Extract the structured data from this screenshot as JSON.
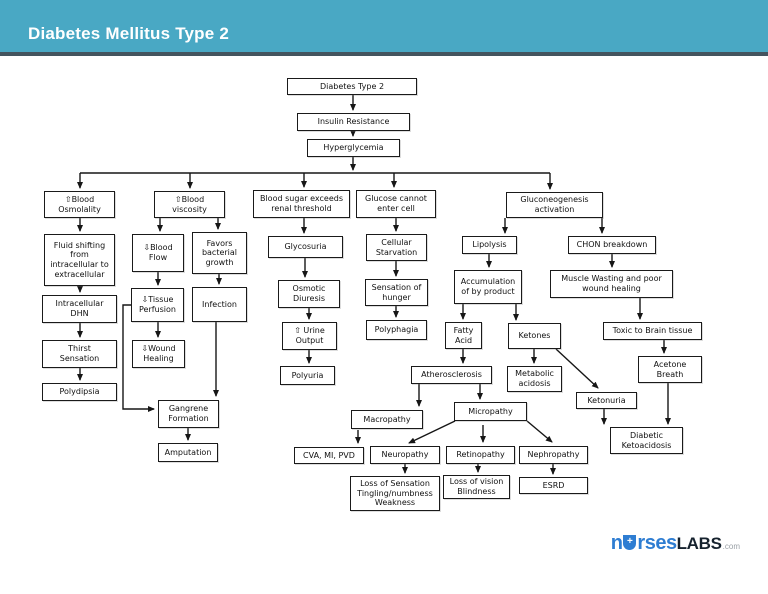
{
  "header": {
    "title": "Diabetes Mellitus Type 2"
  },
  "nodes": {
    "diabetes_type_2": "Diabetes Type 2",
    "insulin_resistance": "Insulin Resistance",
    "hyperglycemia": "Hyperglycemia",
    "blood_osmolality": "⇧Blood\nOsmolality",
    "blood_viscosity": "⇧Blood\nviscosity",
    "renal_threshold": "Blood sugar exceeds\nrenal threshold",
    "glucose_cannot_enter": "Glucose cannot\nenter cell",
    "gluconeogenesis": "Gluconeogenesis\nactivation",
    "fluid_shifting": "Fluid shifting\nfrom\nintracellular to\nextracellular",
    "blood_flow": "⇩Blood\nFlow",
    "favors_bacterial": "Favors\nbacterial\ngrowth",
    "glycosuria": "Glycosuria",
    "cellular_starvation": "Cellular\nStarvation",
    "lipolysis": "Lipolysis",
    "chon_breakdown": "CHON breakdown",
    "intracellular_dhn": "Intracellular\nDHN",
    "tissue_perfusion": "⇩Tissue\nPerfusion",
    "infection": "Infection",
    "osmotic_diuresis": "Osmotic\nDiuresis",
    "sensation_hunger": "Sensation of\nhunger",
    "accumulation": "Accumulation\nof by product",
    "muscle_wasting": "Muscle Wasting and poor\nwound healing",
    "thirst_sensation": "Thirst\nSensation",
    "wound_healing": "⇩Wound\nHealing",
    "urine_output": "⇧ Urine\nOutput",
    "polyphagia": "Polyphagia",
    "fatty_acid": "Fatty\nAcid",
    "ketones": "Ketones",
    "toxic_brain": "Toxic to Brain tissue",
    "polydipsia": "Polydipsia",
    "polyuria": "Polyuria",
    "atherosclerosis": "Atherosclerosis",
    "metabolic_acidosis": "Metabolic\nacidosis",
    "acetone_breath": "Acetone\nBreath",
    "gangrene": "Gangrene\nFormation",
    "ketonuria": "Ketonuria",
    "micropathy": "Micropathy",
    "macropathy": "Macropathy",
    "diabetic_ketoacidosis": "Diabetic\nKetoacidosis",
    "amputation": "Amputation",
    "cva_mi_pvd": "CVA, MI, PVD",
    "neuropathy": "Neuropathy",
    "retinopathy": "Retinopathy",
    "nephropathy": "Nephropathy",
    "loss_sensation": "Loss of Sensation\nTingling/numbness\nWeakness",
    "loss_vision": "Loss of vision\nBlindness",
    "esrd": "ESRD"
  },
  "logo": {
    "n": "n",
    "rses": "rses",
    "labs": "LABS",
    "com": ".com",
    "plus": "+"
  },
  "colors": {
    "header_bg": "#49a8c4",
    "header_border": "#44545e",
    "line": "#161616",
    "logo_blue": "#2e7dd2",
    "logo_dark": "#16222e"
  }
}
